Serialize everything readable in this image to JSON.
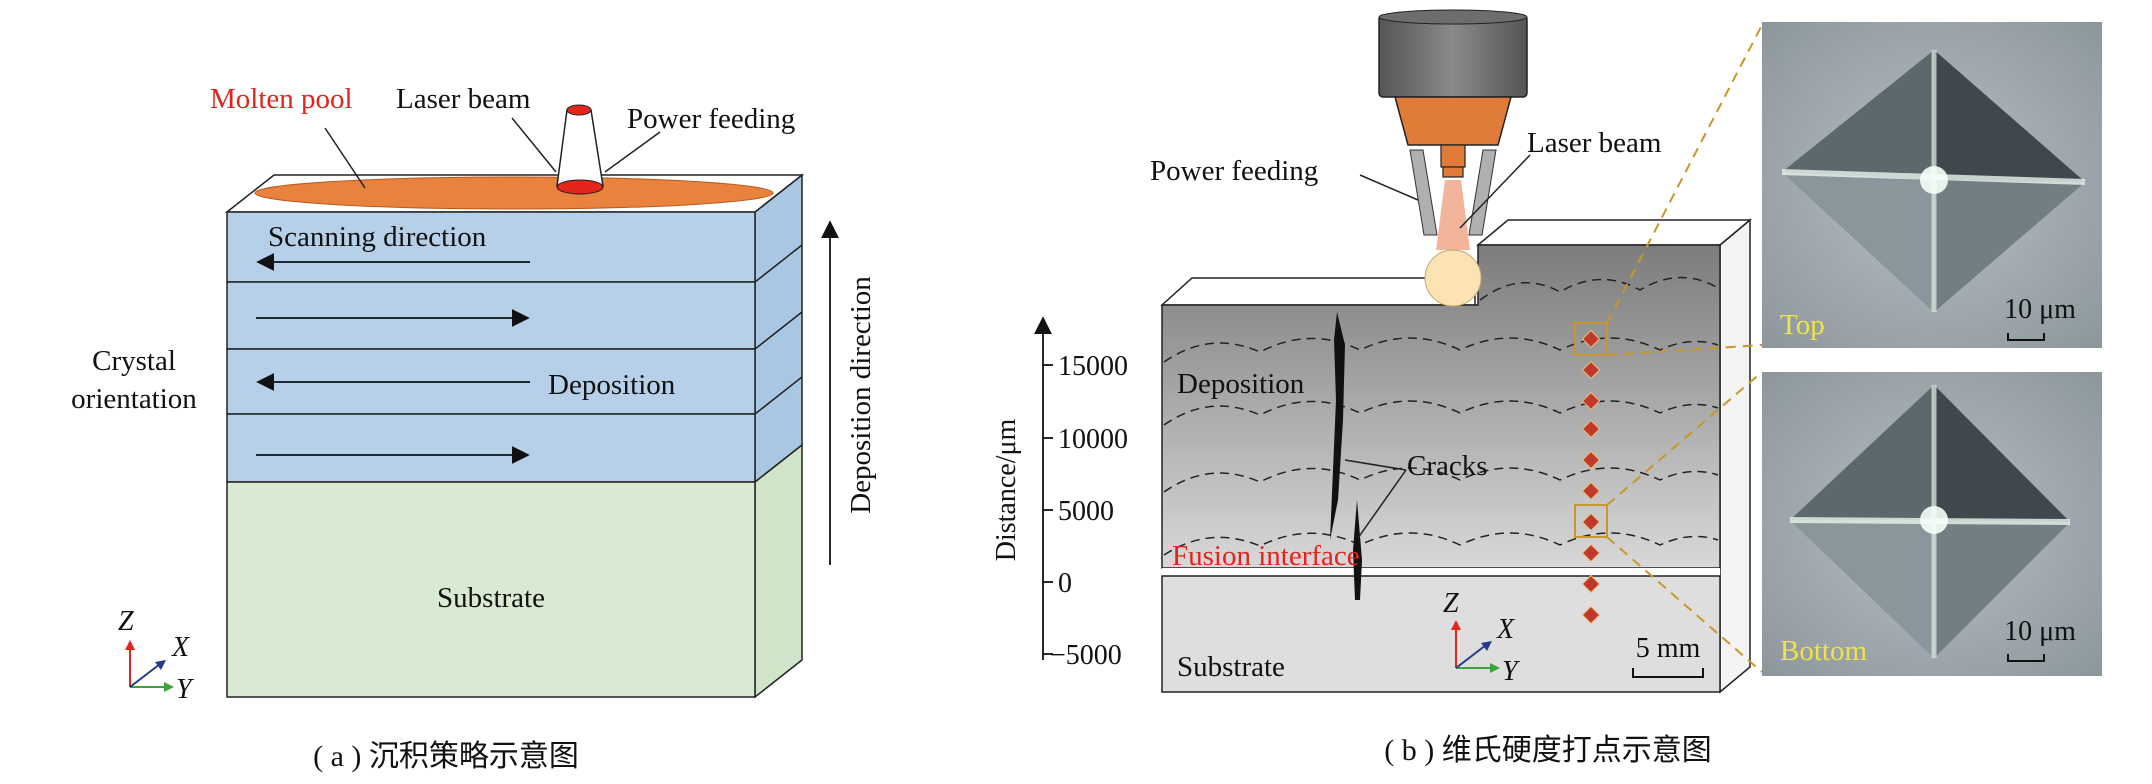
{
  "panel_a": {
    "caption": "( a ) 沉积策略示意图",
    "molten_pool": "Molten pool",
    "laser_beam": "Laser beam",
    "power_feeding": "Power feeding",
    "scanning_direction": "Scanning direction",
    "deposition": "Deposition",
    "crystal_line1": "Crystal",
    "crystal_line2": "orientation",
    "substrate": "Substrate",
    "deposition_direction": "Deposition direction",
    "axis_z": "Z",
    "axis_x": "X",
    "axis_y": "Y"
  },
  "panel_b": {
    "caption": "( b ) 维氏硬度打点示意图",
    "power_feeding": "Power feeding",
    "laser_beam": "Laser beam",
    "deposition": "Deposition",
    "cracks": "Cracks",
    "fusion_interface": "Fusion interface",
    "substrate": "Substrate",
    "scale_bar": "5 mm",
    "axis_z": "Z",
    "axis_x": "X",
    "axis_y": "Y",
    "distance_axis_label": "Distance/μm",
    "distance_ticks": [
      "15000",
      "10000",
      "5000",
      "0",
      "−5000"
    ],
    "top_label": "Top",
    "bottom_label": "Bottom",
    "micro_scale_top": "10 μm",
    "micro_scale_bottom": "10 μm"
  },
  "colors": {
    "deposition_layer": "#b5d0e8",
    "substrate_a": "#d8ead2",
    "molten_pool": "#e8823c",
    "nozzle_orange": "#e07b39",
    "hardness_marker": "#c0392b",
    "highlight_box": "#c9962a"
  }
}
